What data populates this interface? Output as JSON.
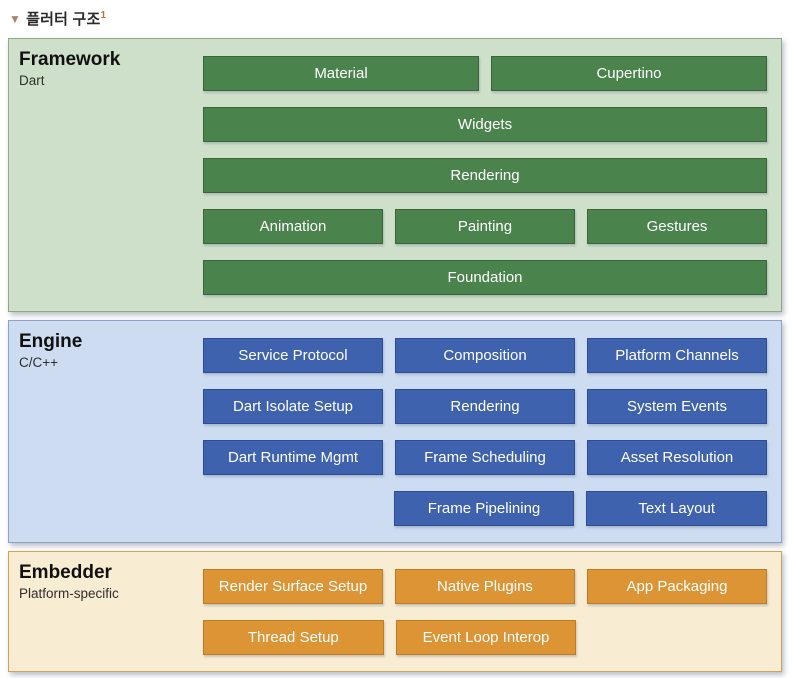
{
  "heading": {
    "marker_icon": "▼",
    "marker_color": "#a8876e",
    "text": "플러터 구조",
    "footnote_superscript": "1",
    "footnote_color": "#b5763a",
    "text_color": "#2b2b2b"
  },
  "sections": [
    {
      "title": "Framework",
      "subtitle": "Dart",
      "colors": {
        "background": "#cfe0ca",
        "border": "#8fa983",
        "box_background": "#4b834d",
        "box_border": "#38663a",
        "box_text": "#ffffff"
      },
      "rows": [
        [
          "Material",
          "Cupertino"
        ],
        [
          "Widgets"
        ],
        [
          "Rendering"
        ],
        [
          "Animation",
          "Painting",
          "Gestures"
        ],
        [
          "Foundation"
        ]
      ]
    },
    {
      "title": "Engine",
      "subtitle": "C/C++",
      "colors": {
        "background": "#cddcf1",
        "border": "#8ea2c6",
        "box_background": "#3e62ae",
        "box_border": "#2c4c94",
        "box_text": "#ffffff"
      },
      "rows": [
        [
          "Service Protocol",
          "Composition",
          "Platform Channels"
        ],
        [
          "Dart Isolate Setup",
          "Rendering",
          "System Events"
        ],
        [
          "Dart Runtime Mgmt",
          "Frame Scheduling",
          "Asset Resolution"
        ],
        [
          null,
          "Frame Pipelining",
          "Text Layout"
        ]
      ]
    },
    {
      "title": "Embedder",
      "subtitle": "Platform-specific",
      "colors": {
        "background": "#f8edd3",
        "border": "#cfa35a",
        "box_background": "#dd9434",
        "box_border": "#bf7b22",
        "box_text": "#ffffff"
      },
      "rows": [
        [
          "Render Surface Setup",
          "Native Plugins",
          "App Packaging"
        ],
        [
          "Thread Setup",
          "Event Loop Interop",
          null
        ]
      ]
    }
  ]
}
